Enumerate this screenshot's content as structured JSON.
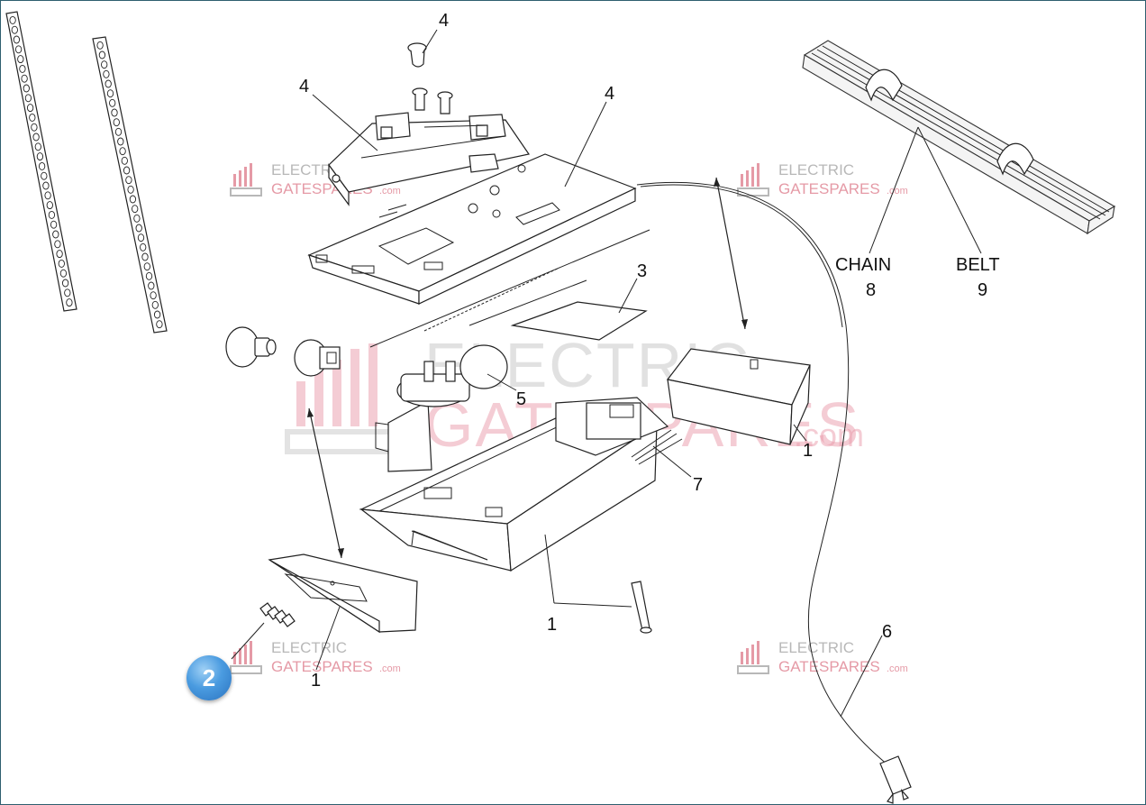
{
  "watermark": {
    "line1": "ELECTRIC",
    "line2": "GATESPARES",
    "suffix": ".com"
  },
  "callouts": {
    "c4_top": "4",
    "c4_left": "4",
    "c4_right": "4",
    "c3": "3",
    "c5": "5",
    "c1_right": "1",
    "c7": "7",
    "c1_bottom": "1",
    "c1_lens": "1",
    "c6": "6",
    "c8_name": "CHAIN",
    "c8_num": "8",
    "c9_name": "BELT",
    "c9_num": "9"
  },
  "badge": {
    "label": "2",
    "color": "#3d8ad6"
  },
  "colors": {
    "line": "#222222",
    "watermark_pink": "#e59aa6",
    "watermark_grey": "#b8b8b8",
    "frame": "#2f5f6f"
  }
}
